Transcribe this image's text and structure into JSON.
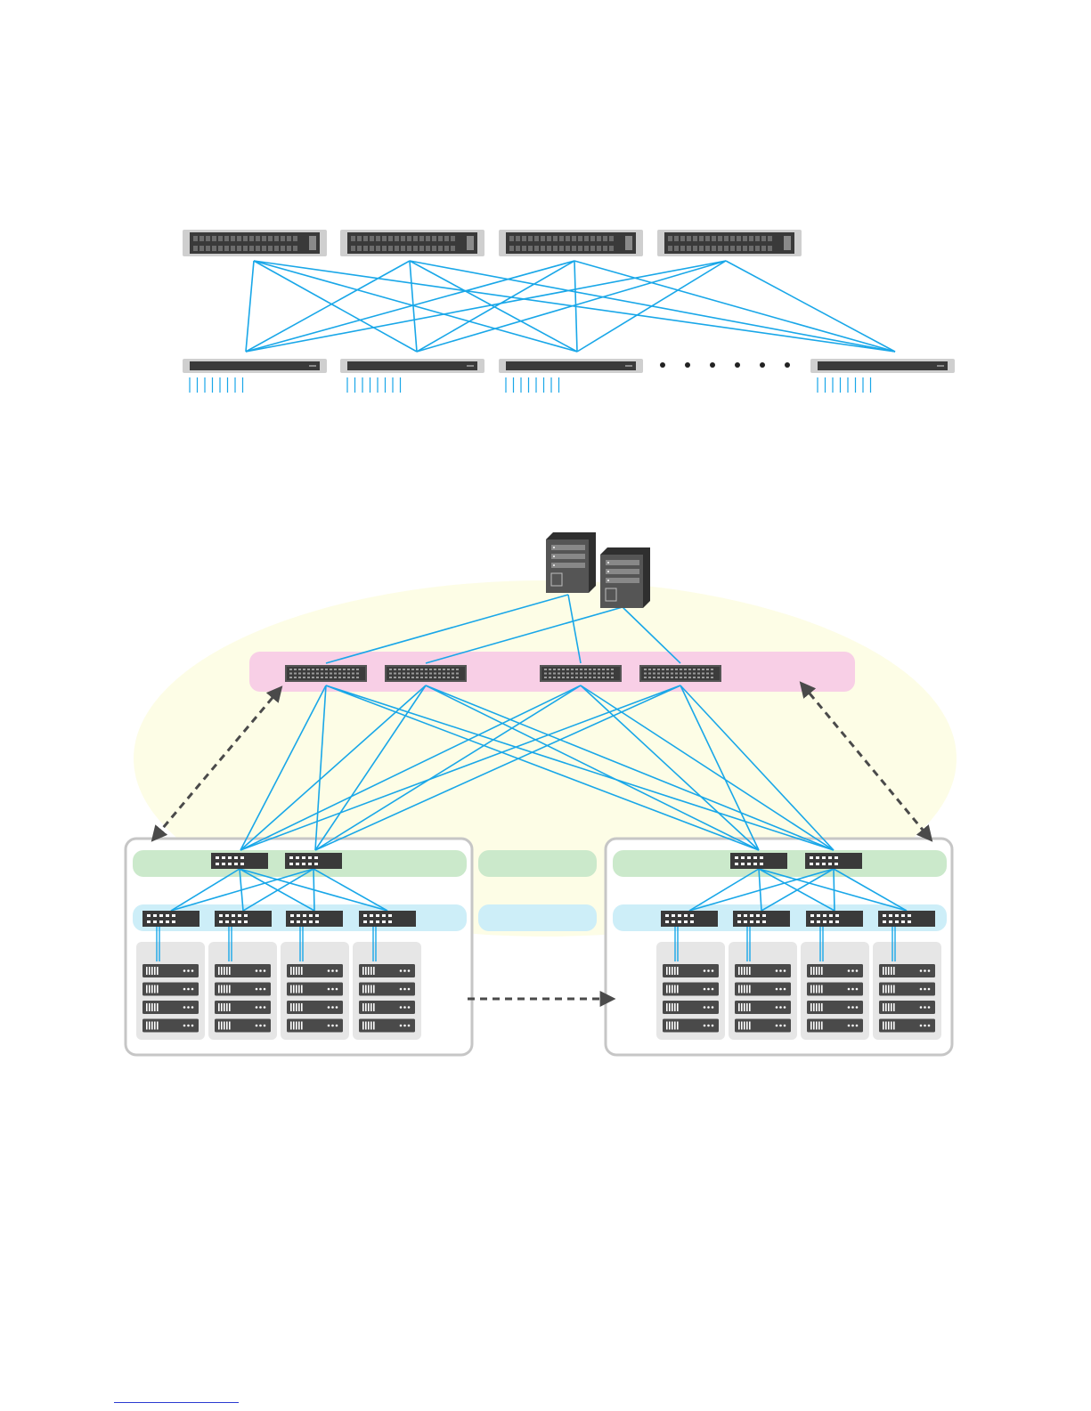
{
  "colors": {
    "link": "#19a7e8",
    "switch_body": "#3a3a3a",
    "switch_bezel": "#cfcfcf",
    "server_body": "#4a4a4a",
    "dashed_arrow": "#4a4a4a",
    "core_band": "#f8cfe6",
    "core_ellipse": "#fdfde6",
    "agg_band": "#cbe9cb",
    "access_band": "#cdeef8",
    "pod_border": "#c6c6c6",
    "rack_bg": "#e6e6e6",
    "footnote_rule": "#2b3bd1"
  },
  "leaf_spine": {
    "spine_switch_icon": "rack-switch-icon",
    "leaf_switch_icon": "rack-switch-icon",
    "spine_count": 4,
    "leaf_count_shown": 4,
    "ellipsis": "• • • • • •",
    "downlinks_per_leaf": 8
  },
  "three_tier": {
    "core_server_icon": "tower-server-icon",
    "core_server_count": 2,
    "core_switch_count": 4,
    "pods": [
      {
        "agg_switches": 2,
        "access_switches": 4,
        "racks": 4,
        "servers_per_rack": 4
      },
      {
        "agg_switches": 2,
        "access_switches": 4,
        "racks": 4,
        "servers_per_rack": 4
      }
    ],
    "arrow_style": "dashed"
  }
}
